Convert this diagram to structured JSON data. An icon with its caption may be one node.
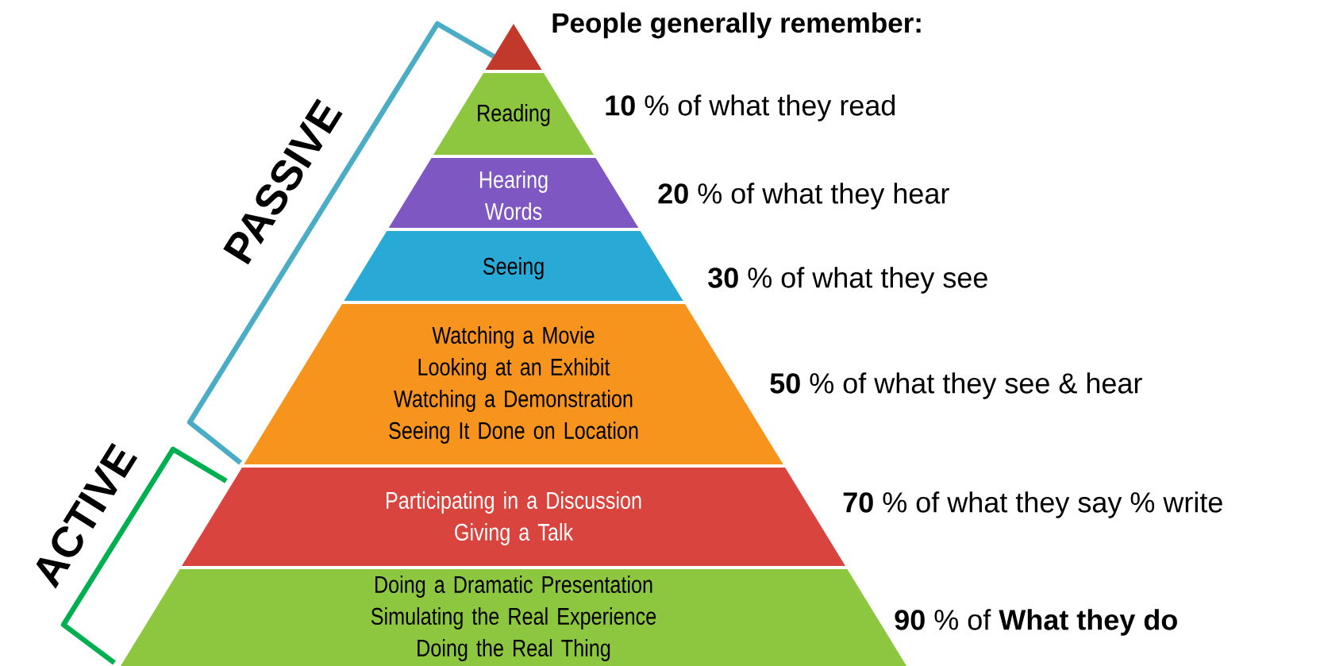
{
  "diagram": {
    "title": "People generally remember:",
    "nodes": [
      {
        "text": [],
        "shape": "triangle"
      },
      {
        "text": [
          "Reading"
        ],
        "beside": [
          "**10** % of what they read"
        ]
      },
      {
        "text": [
          "Hearing Words"
        ],
        "beside": [
          "**20** % of what they hear"
        ]
      },
      {
        "text": [
          "Seeing"
        ],
        "beside": [
          "**30** % of what they see"
        ]
      },
      {
        "text": [
          "Watching a Movie",
          "Looking at an Exhibit",
          "Watching a Demonstration",
          "Seeing It Done on Location"
        ],
        "beside": [
          "**50** % of what they see & hear"
        ]
      },
      {
        "text": [
          "Participating in a Discussion",
          "Giving a Talk"
        ],
        "beside": [
          "**70** % of what they say % write"
        ]
      },
      {
        "text": [
          "Doing a Dramatic Presentation",
          "Simulating the Real Experience",
          "Doing the Real Thing"
        ],
        "beside": [
          "**90** % of **What they do**"
        ]
      }
    ],
    "labels": [
      "PASSIVE",
      "ACTIVE"
    ]
  }
}
